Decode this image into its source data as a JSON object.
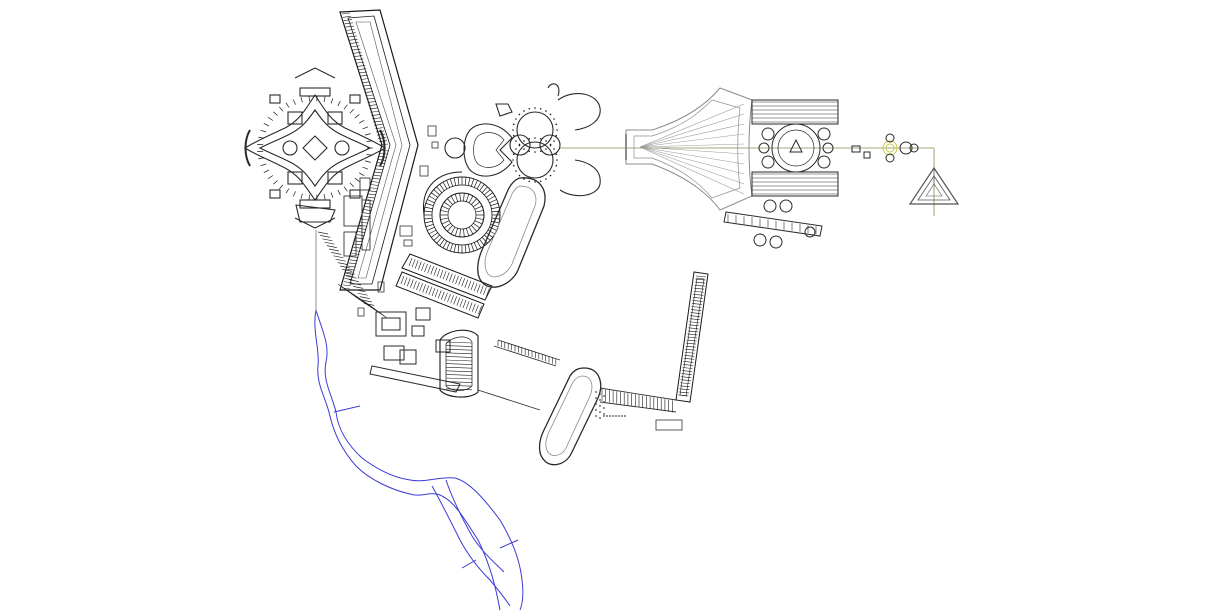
{
  "drawing": {
    "background": "#ffffff",
    "line_color": "#3a3a3a",
    "dense_color": "#1a1a1a",
    "light_color": "#8c8c8c",
    "river_color": "#3b3bd6",
    "axis_color": "#8a8a4a",
    "accent_yellow": "#c8c84a",
    "components": [
      "flower-plan-complex",
      "long-diagonal-building",
      "clover-pavilion",
      "round-amphitheatre",
      "oval-hall-upper",
      "fan-plaza",
      "domed-hall-complex",
      "small-ring-pavilion",
      "triangle-monument",
      "river",
      "lower-building-cluster",
      "theatre-fan",
      "oval-hall-lower",
      "vertical-strip-building"
    ]
  }
}
